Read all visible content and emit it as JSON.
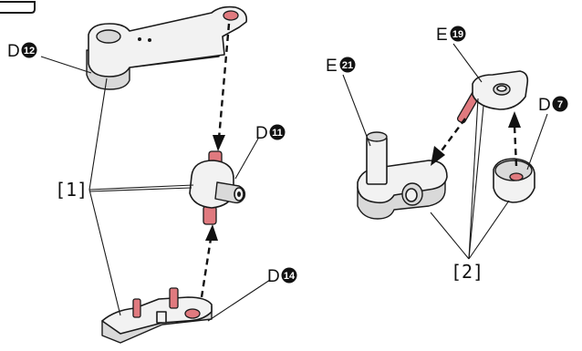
{
  "colors": {
    "outline": "#1a1a1a",
    "part_fill": "#f2f2f2",
    "pin_fill": "#e07a7f",
    "badge_fill": "#111111"
  },
  "labels": {
    "d12": {
      "letter": "D",
      "number": "12"
    },
    "d11": {
      "letter": "D",
      "number": "11"
    },
    "d14": {
      "letter": "D",
      "number": "14"
    },
    "e21": {
      "letter": "E",
      "number": "21"
    },
    "e19": {
      "letter": "E",
      "number": "19"
    },
    "d7": {
      "letter": "D",
      "number": "7"
    }
  },
  "groups": {
    "group_1": "[1]",
    "group_2": "[2]"
  }
}
